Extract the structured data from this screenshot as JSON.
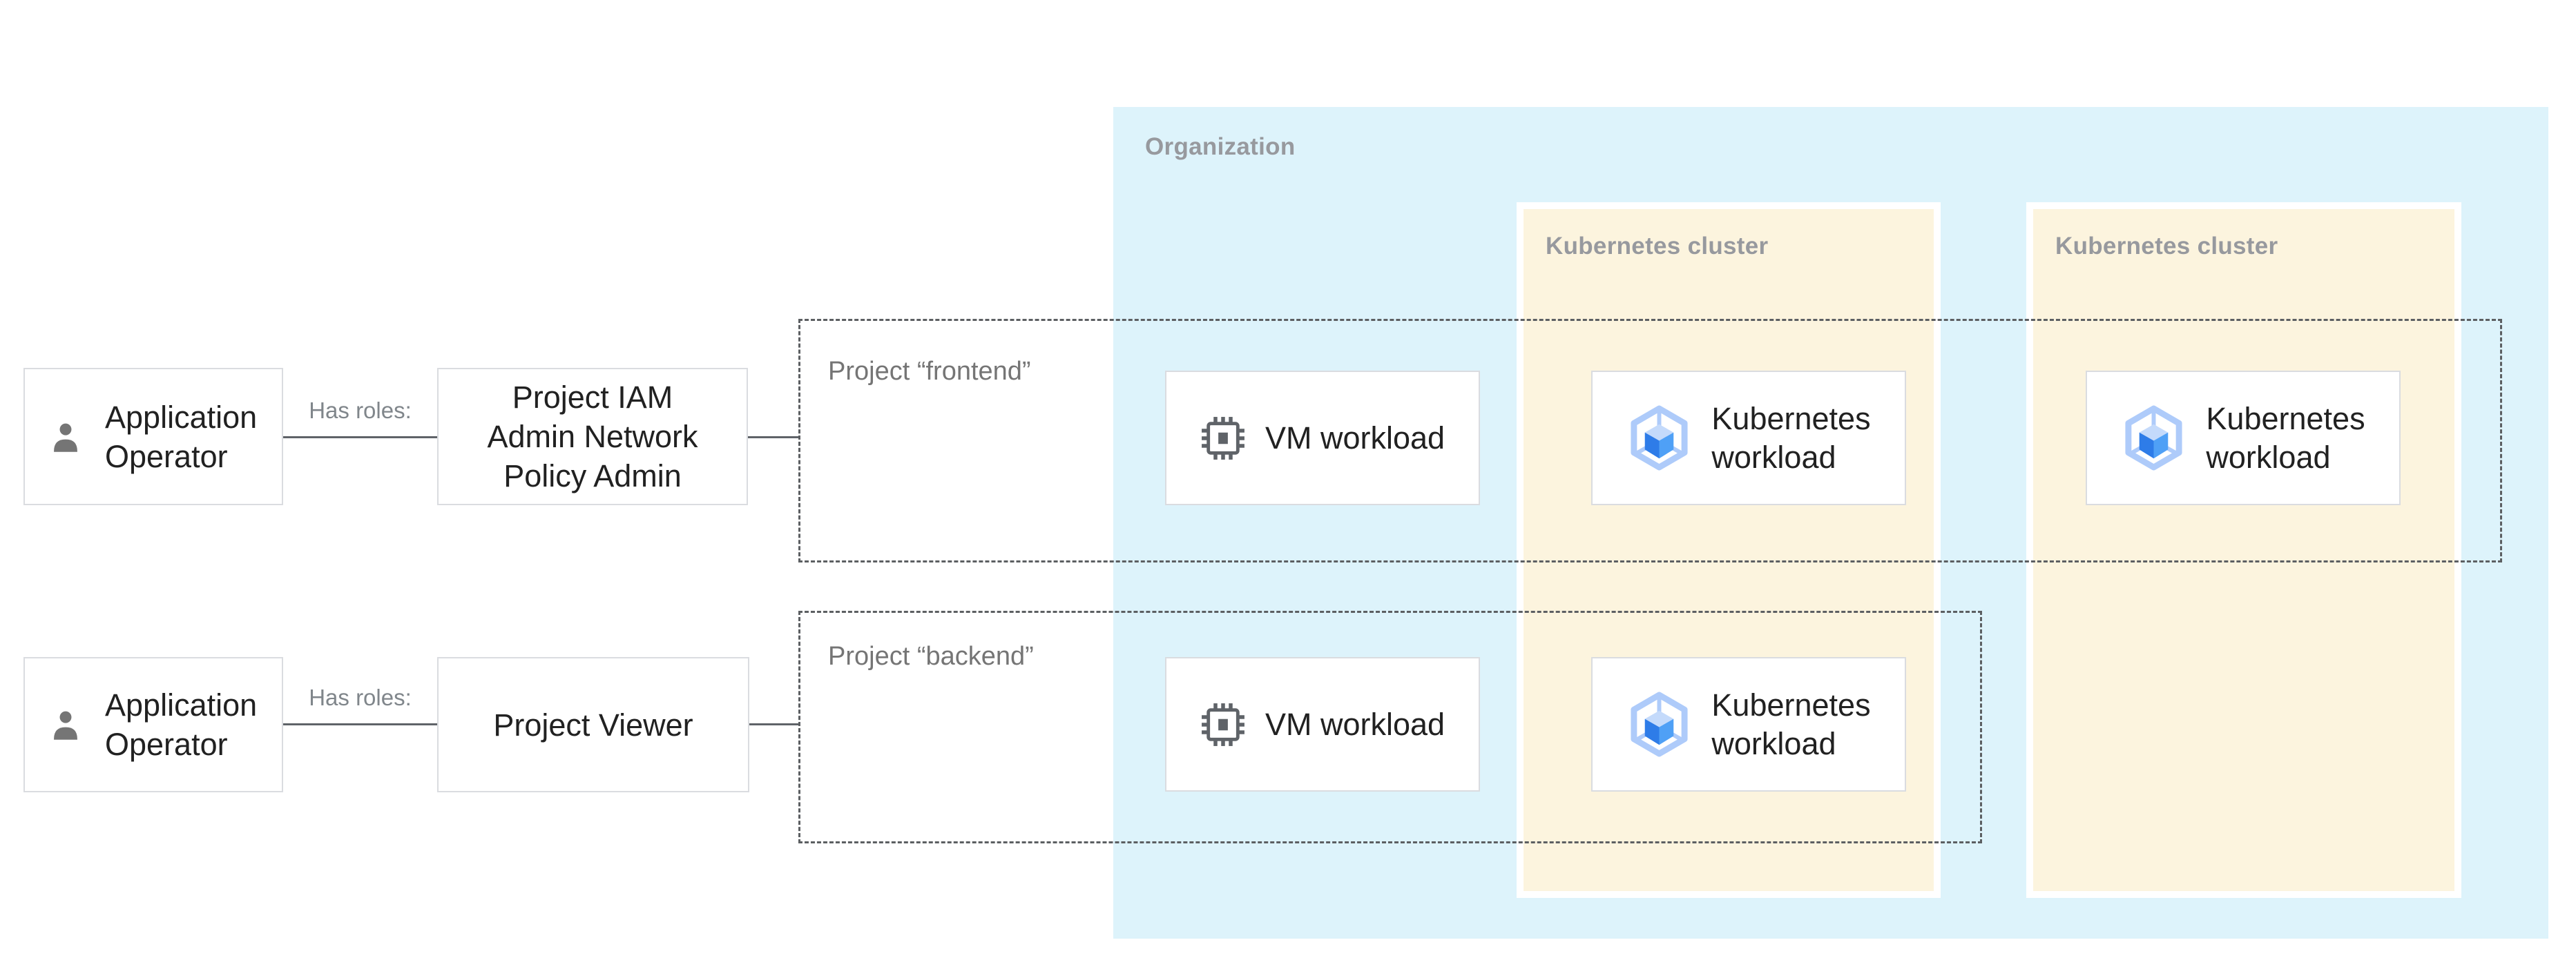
{
  "organization": {
    "label": "Organization"
  },
  "clusters": [
    {
      "label": "Kubernetes cluster"
    },
    {
      "label": "Kubernetes cluster"
    }
  ],
  "projects": [
    {
      "label": "Project “frontend”"
    },
    {
      "label": "Project “backend”"
    }
  ],
  "rows": [
    {
      "actor": {
        "label": "Application\nOperator"
      },
      "relation": "Has roles:",
      "role": {
        "label": "Project IAM\nAdmin Network\nPolicy Admin"
      },
      "workloads": [
        {
          "type": "vm",
          "label": "VM workload"
        },
        {
          "type": "kubernetes",
          "label": "Kubernetes\nworkload"
        },
        {
          "type": "kubernetes",
          "label": "Kubernetes\nworkload"
        }
      ]
    },
    {
      "actor": {
        "label": "Application\nOperator"
      },
      "relation": "Has roles:",
      "role": {
        "label": "Project Viewer"
      },
      "workloads": [
        {
          "type": "vm",
          "label": "VM workload"
        },
        {
          "type": "kubernetes",
          "label": "Kubernetes\nworkload"
        }
      ]
    }
  ],
  "icons": {
    "actor": "person-icon",
    "vm": "vm-chip-icon",
    "kubernetes": "gke-hexagon-icon"
  },
  "colors": {
    "organization_fill": "#DDF3FB",
    "cluster_fill": "#FCF4DE",
    "card_border": "#DADCE0",
    "node_border": "#DADCE0",
    "connector": "#5F6368",
    "dashed_border": "#5C5F62",
    "zone_label": "#97999E",
    "project_label": "#757575",
    "relation_label": "#80868B",
    "text": "#212121",
    "person_icon": "#757575",
    "chip_icon": "#5F6368",
    "gke_outline": "#AECBFA",
    "gke_face_top": "#C4DAFB",
    "gke_face_left": "#2E7CE8",
    "gke_face_right": "#4FA0F6"
  }
}
